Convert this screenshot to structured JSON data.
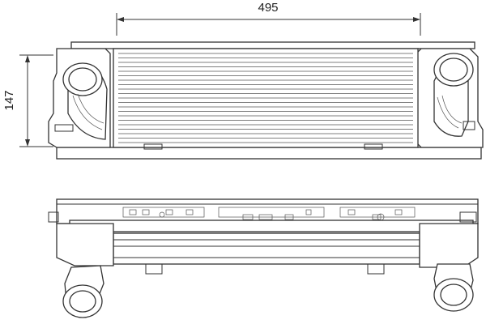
{
  "dimensions": {
    "width_label": "495",
    "height_label": "147"
  },
  "views": [
    {
      "id": "front-view",
      "component": "intercooler"
    },
    {
      "id": "top-view",
      "component": "intercooler"
    }
  ]
}
